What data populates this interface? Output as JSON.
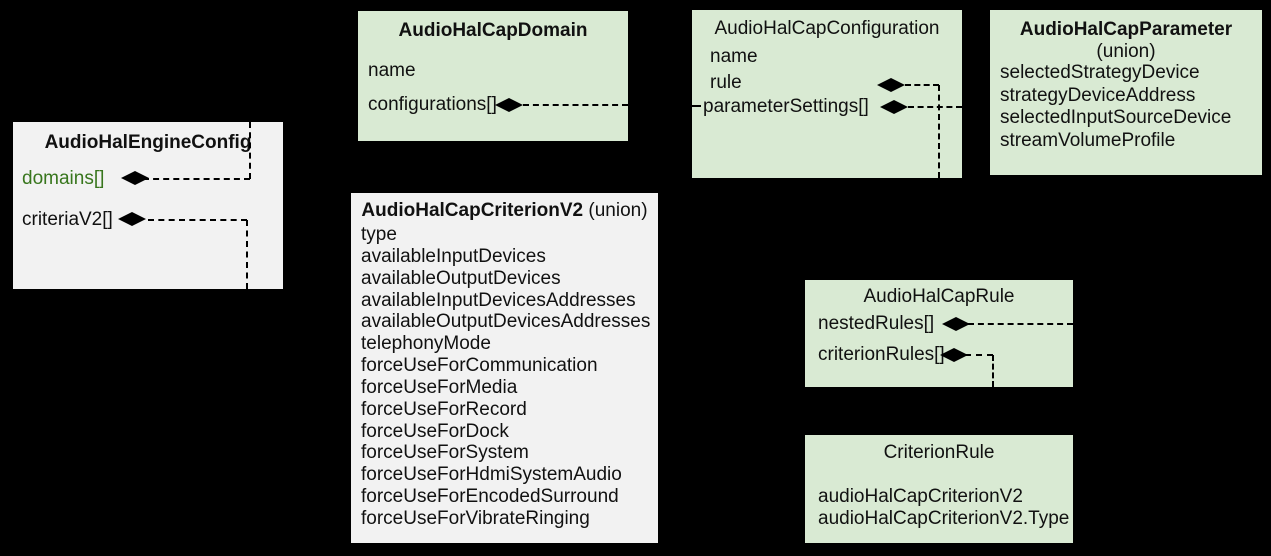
{
  "colors": {
    "background": "#000000",
    "green_box": "#d9ead3",
    "gray_box": "#f2f2f2",
    "green_field_text": "#38761d",
    "line_and_text": "#000000"
  },
  "boxes": {
    "engine": {
      "title": "AudioHalEngineConfig",
      "fields": {
        "domains": "domains[]",
        "criteriaV2": "criteriaV2[]"
      }
    },
    "domain": {
      "title": "AudioHalCapDomain",
      "fields": {
        "name": "name",
        "configurations": "configurations[]"
      }
    },
    "configuration": {
      "title": "AudioHalCapConfiguration",
      "fields": {
        "name": "name",
        "rule": "rule",
        "parameterSettings": "parameterSettings[]"
      }
    },
    "parameter": {
      "title": "AudioHalCapParameter",
      "subtitle": "(union)",
      "fields": [
        "selectedStrategyDevice",
        "strategyDeviceAddress",
        "selectedInputSourceDevice",
        "streamVolumeProfile"
      ]
    },
    "criterionV2": {
      "title": "AudioHalCapCriterionV2",
      "subtitle": "(union)",
      "fields": [
        "type",
        "availableInputDevices",
        "availableOutputDevices",
        "availableInputDevicesAddresses",
        "availableOutputDevicesAddresses",
        "telephonyMode",
        "forceUseForCommunication",
        "forceUseForMedia",
        "forceUseForRecord",
        "forceUseForDock",
        "forceUseForSystem",
        "forceUseForHdmiSystemAudio",
        "forceUseForEncodedSurround",
        "forceUseForVibrateRinging"
      ]
    },
    "rule": {
      "title": "AudioHalCapRule",
      "fields": {
        "nestedRules": "nestedRules[]",
        "criterionRules": "criterionRules[]"
      }
    },
    "criterionRule": {
      "title": "CriterionRule",
      "fields": [
        "audioHalCapCriterionV2",
        "audioHalCapCriterionV2.Type"
      ]
    }
  },
  "relations": [
    "AudioHalEngineConfig.domains[] ◆-- AudioHalCapDomain",
    "AudioHalEngineConfig.criteriaV2[] ◆-- AudioHalCapCriterionV2",
    "AudioHalCapDomain.configurations[] ◆-- AudioHalCapConfiguration",
    "AudioHalCapConfiguration.rule ◆-- AudioHalCapRule",
    "AudioHalCapConfiguration.parameterSettings[] ◆-- AudioHalCapParameter",
    "AudioHalCapRule.nestedRules[] ◆-- AudioHalCapRule",
    "AudioHalCapRule.criterionRules[] ◆-- CriterionRule"
  ]
}
